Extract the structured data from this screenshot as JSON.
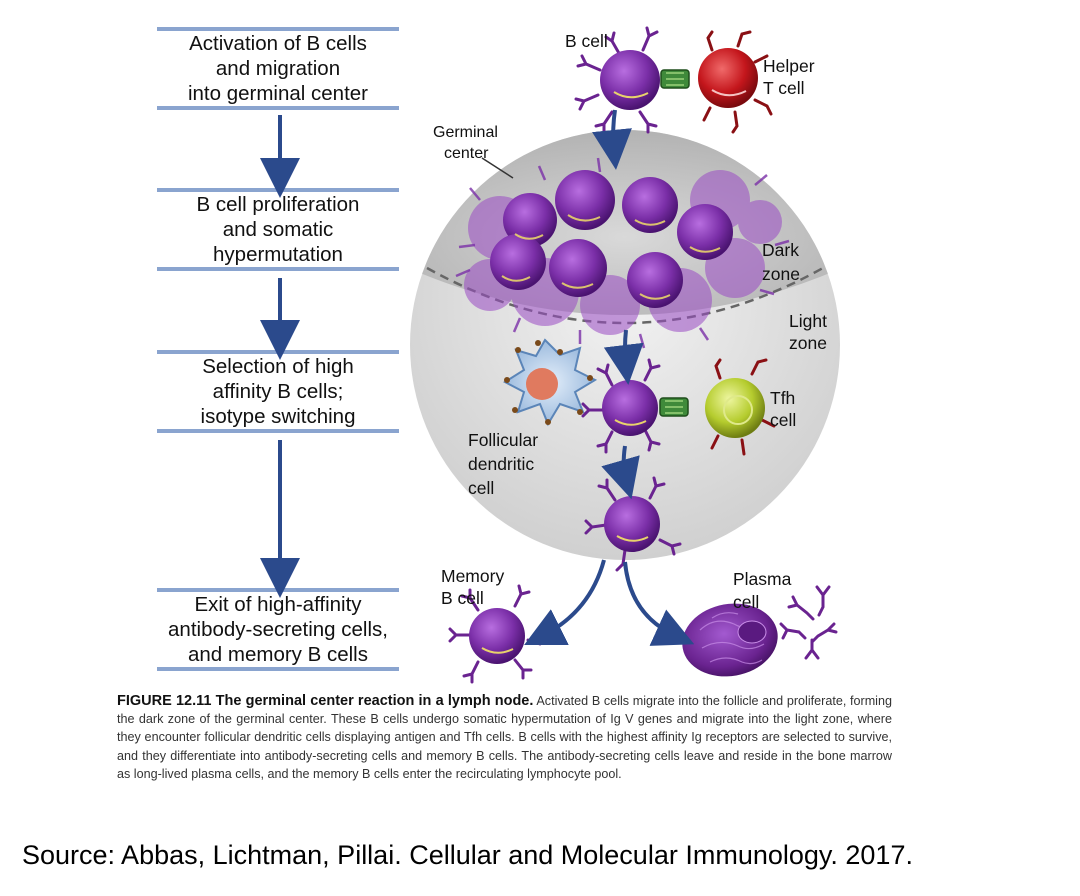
{
  "flow": {
    "steps": [
      {
        "lines": [
          "Activation of B cells",
          "and migration",
          "into germinal center"
        ]
      },
      {
        "lines": [
          "B cell proliferation",
          "and somatic",
          "hypermutation"
        ]
      },
      {
        "lines": [
          "Selection of high",
          "affinity B cells;",
          "isotype switching"
        ]
      },
      {
        "lines": [
          "Exit of high-affinity",
          "antibody-secreting cells,",
          "and memory B cells"
        ]
      }
    ]
  },
  "labels": {
    "b_cell": "B cell",
    "helper_t_1": "Helper",
    "helper_t_2": "T cell",
    "germinal_1": "Germinal",
    "germinal_2": "center",
    "dark_1": "Dark",
    "dark_2": "zone",
    "light_1": "Light",
    "light_2": "zone",
    "tfh_1": "Tfh",
    "tfh_2": "cell",
    "fdc_1": "Follicular",
    "fdc_2": "dendritic",
    "fdc_3": "cell",
    "memory_1": "Memory",
    "memory_2": "B cell",
    "plasma_1": "Plasma",
    "plasma_2": "cell"
  },
  "caption": {
    "title": "FIGURE 12.11 The germinal center reaction in a lymph node.",
    "body": "Activated B cells migrate into the follicle and proliferate, forming the dark zone of the germinal center. These B cells undergo somatic hypermutation of Ig V genes and migrate into the light zone, where they encounter follicular dendritic cells displaying antigen and Tfh cells. B cells with the highest affinity Ig receptors are selected to survive, and they differentiate into antibody-secreting cells and memory B cells. The antibody-secreting cells leave and reside in the bone marrow as long-lived plasma cells, and the memory B cells enter the recirculating lymphocyte pool."
  },
  "source": "Source: Abbas, Lichtman, Pillai. Cellular and Molecular Immunology. 2017.",
  "colors": {
    "b_cell": "#7b2fa8",
    "helper_t": "#c4161c",
    "tfh": "#b5cc2e",
    "arrow": "#2b4a8c",
    "box_border": "#8aa4cf"
  }
}
